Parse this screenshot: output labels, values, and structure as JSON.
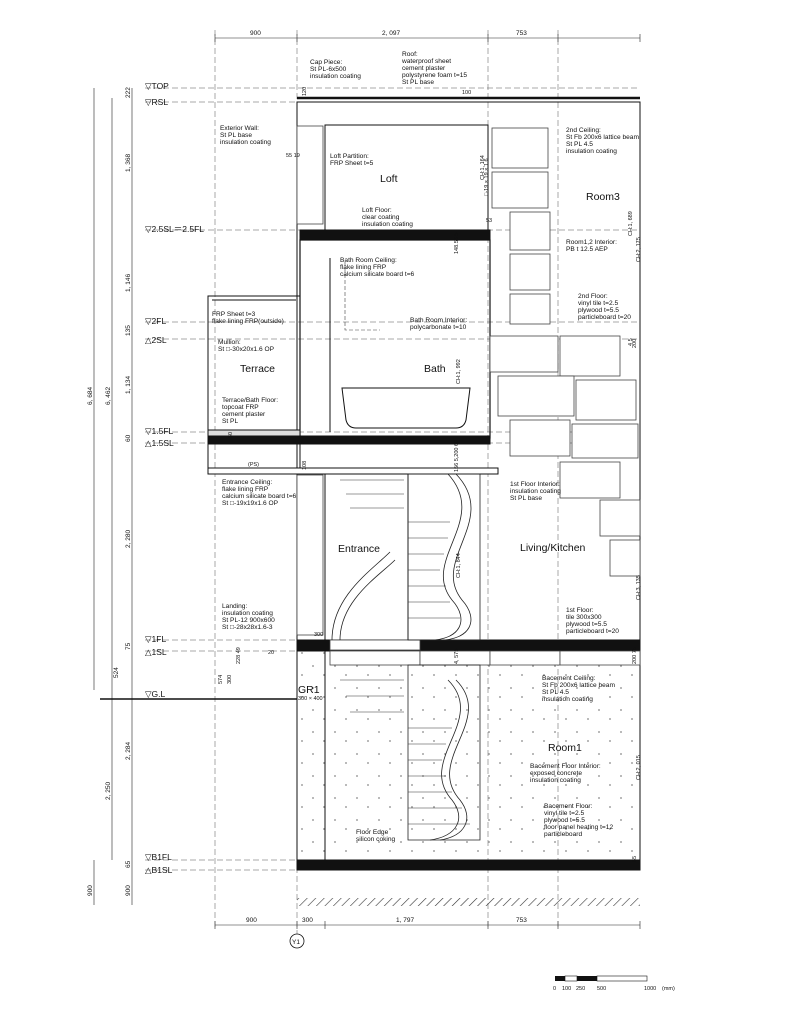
{
  "levels": {
    "top": "▽TOP",
    "rsl": "▽RSL",
    "sl25": "▽2.5SL＝2.5FL",
    "fl2": "▽2FL",
    "sl2": "△2SL",
    "fl15": "▽1.5FL",
    "sl15": "△1.5SL",
    "fl1": "▽1FL",
    "sl1": "△1SL",
    "gl": "▽G.L",
    "b1fl": "▽B1FL",
    "b1sl": "△B1SL"
  },
  "top_dims": [
    "900",
    "2, 097",
    "753"
  ],
  "bottom_dims": [
    "900",
    "300",
    "1, 797",
    "753"
  ],
  "left_dims_inner": [
    "222",
    "1, 368",
    "1, 146",
    "135",
    "1, 134",
    "60",
    "2, 280",
    "75",
    "524",
    "2, 284",
    "65",
    "900"
  ],
  "left_dims_outer": [
    "6, 684",
    "6, 462",
    "2, 250",
    "900"
  ],
  "axis_label": "Y1",
  "rooms": {
    "loft": "Loft",
    "room3": "Room3",
    "terrace": "Terrace",
    "bath": "Bath",
    "entrance": "Entrance",
    "living": "Living/Kitchen",
    "room1": "Room1",
    "gr1": "GR1"
  },
  "notes": {
    "cap": [
      "Cap Piece:",
      "St PL-6x500",
      "insulation coating"
    ],
    "roof": [
      "Roof:",
      "waterproof sheet",
      "cement plaster",
      "polystyrene foam t=15",
      "St PL base"
    ],
    "ext_wall": [
      "Exterior Wall:",
      "St PL base",
      "insulation coating"
    ],
    "loft_partition": [
      "Loft Partition:",
      "FRP Sheet t=5"
    ],
    "ceiling2": [
      "2nd Ceiling:",
      "St Fb 200x6 lattice beam",
      "St PL 4.5",
      "insulation coating"
    ],
    "loft_floor": [
      "Loft Floor:",
      "clear coating",
      "insulation coating"
    ],
    "bath_ceiling": [
      "Bath Room Ceiling:",
      "flake lining FRP",
      "calcium silicate board t=6"
    ],
    "room12_interior": [
      "Room1,2 Interior:",
      "PB t 12.5 AEP"
    ],
    "frp_sheet": [
      "FRP Sheet t=3",
      "flake lining FRP(outside)"
    ],
    "floor2": [
      "2nd Floor:",
      "vinyl tile t=2.5",
      "plywood t=5.5",
      "particleboard t=20"
    ],
    "bath_interior": [
      "Bath Room Interior:",
      "polycarbonate t=10"
    ],
    "mullion": [
      "Mullion:",
      "St □-30x20x1.6 OP"
    ],
    "terrace_floor": [
      "Terrace/Bath Floor:",
      "topcoat FRP",
      "cement plaster",
      "St PL"
    ],
    "entrance_ceiling": [
      "Entrance Ceiling:",
      "flake lining FRP",
      "calcium silicate board t=6",
      "St □-19x19x1.6 OP"
    ],
    "floor1_interior": [
      "1st Floor Interior:",
      "insulation coating",
      "St PL base"
    ],
    "landing": [
      "Landing:",
      "insulation coating",
      "St PL-12 900x600",
      "St □-28x28x1.6-3"
    ],
    "floor1": [
      "1st Floor:",
      "tile 300x300",
      "plywood t=5.5",
      "particleboard t=20"
    ],
    "basement_ceiling": [
      "Bacement Ceiling:",
      "St Fb 200x6 lattice beam",
      "St PL 4.5",
      "insulation coating"
    ],
    "basement_interior": [
      "Bacement Floor Interior:",
      "exposed concrete",
      "insulation coating"
    ],
    "basement_floor": [
      "Bacement Floor:",
      "vinyl tile t=2.5",
      "plywood t=5.5",
      "floor panel heating t=12",
      "particleboard"
    ],
    "floor_edge": [
      "Floor Edge",
      "silicon coking"
    ]
  },
  "small": {
    "ps": "(PS)",
    "gr1_size": "300 × 400",
    "d120": "120",
    "d100": "100",
    "d55": "55  19",
    "d53": "53",
    "d300a": "300",
    "d300b": "300",
    "d20": "20",
    "d108": "108",
    "d80": "80",
    "d574": "574",
    "d228": "228 49",
    "d200a": "200",
    "d200b": "200  75",
    "d65": "65",
    "ch1164": "CH:1, 164",
    "ch2175": "CH:2, 175",
    "ch1992": "CH:1, 992",
    "ch1844": "CH:1, 844",
    "ch3135": "CH:3, 135",
    "ch2015": "CH:2, 015",
    "ch1689": "CH:1, 689",
    "v14856": "148.56  5",
    "v156": "156  5,200  60",
    "v4575": "4, 575",
    "v1919": "□-19 × 19 × 1.6",
    "v45": "4  5"
  },
  "scale": {
    "ticks": [
      "0",
      "100",
      "250",
      "500",
      "1000"
    ],
    "unit": "(mm)"
  }
}
